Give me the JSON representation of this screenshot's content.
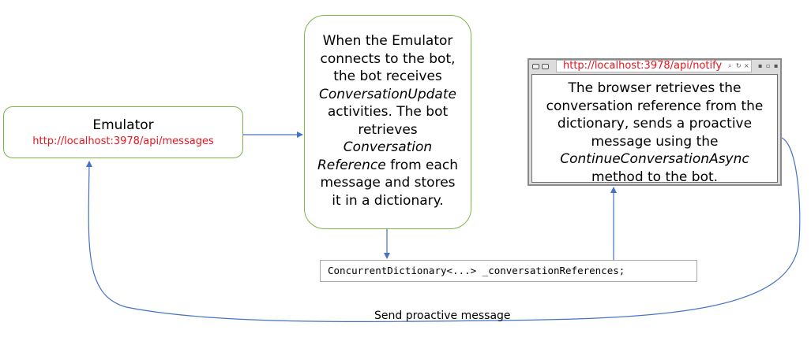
{
  "emulator": {
    "title": "Emulator",
    "url": "http://localhost:3978/api/messages"
  },
  "bot": {
    "lines": [
      {
        "text": "When the Emulator",
        "italic": false
      },
      {
        "text": "connects to the bot,",
        "italic": false
      },
      {
        "text": "the bot receives",
        "italic": false
      },
      {
        "text": "ConversationUpdate",
        "italic": true
      },
      {
        "text": "activities. The bot",
        "italic": false
      },
      {
        "text": "retrieves",
        "italic": false
      },
      {
        "text": "Conversation",
        "italic": true
      },
      {
        "text": "Reference",
        "italic": true,
        "suffix": " from each"
      },
      {
        "text": "message and stores",
        "italic": false
      },
      {
        "text": "it in a dictionary.",
        "italic": false
      }
    ]
  },
  "browser": {
    "url": "http://localhost:3978/api/notify",
    "lines": [
      {
        "text": "The browser retrieves the",
        "italic": false
      },
      {
        "text": "conversation reference from the",
        "italic": false
      },
      {
        "text": "dictionary, sends a proactive",
        "italic": false
      },
      {
        "text": "message using the",
        "italic": false
      },
      {
        "text": "ContinueConversationAsync",
        "italic": true
      },
      {
        "text": "method to the bot.",
        "italic": false
      }
    ]
  },
  "dictionary": {
    "code": "ConcurrentDictionary<...> _conversationReferences;"
  },
  "edge_label": "Send proactive message",
  "colors": {
    "box_border": "#7ab648",
    "url_text": "#e8141e",
    "arrow": "#4472c4"
  }
}
